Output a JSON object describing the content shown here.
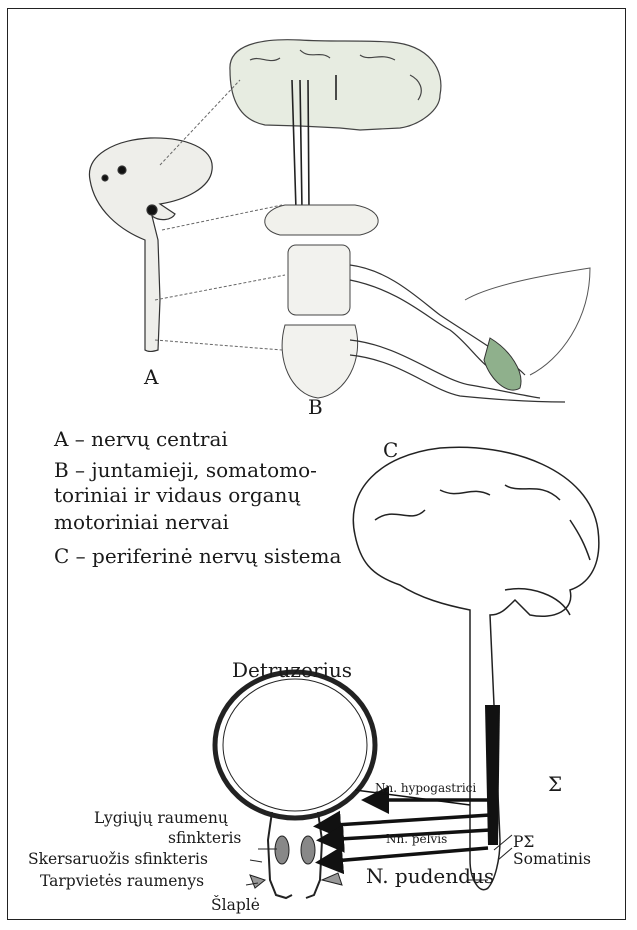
{
  "top_panel": {
    "label_a": "A",
    "label_b": "B",
    "label_c": "C",
    "legend": [
      "A – nervų centrai",
      "B – juntamieji, somatomo-",
      "toriniai ir vidaus organų",
      "motoriniai nervai",
      "C – periferinė nervų sistema"
    ]
  },
  "bottom_panel": {
    "detrusor": "Detruzorius",
    "smooth_sphincter_1": "Lygiųjų raumenų",
    "smooth_sphincter_2": "sfinkteris",
    "striated_sphincter": "Skersaruožis sfinkteris",
    "perineal_muscles": "Tarpvietės raumenys",
    "urethra": "Šlaplė",
    "hypogastric": "Nn. hypogastrici",
    "pelvic": "Nn. pelvis",
    "pudendal": "N. pudendus",
    "sympathetic": "Σ",
    "parasympathetic": "PΣ",
    "somatic": "Somatinis"
  }
}
